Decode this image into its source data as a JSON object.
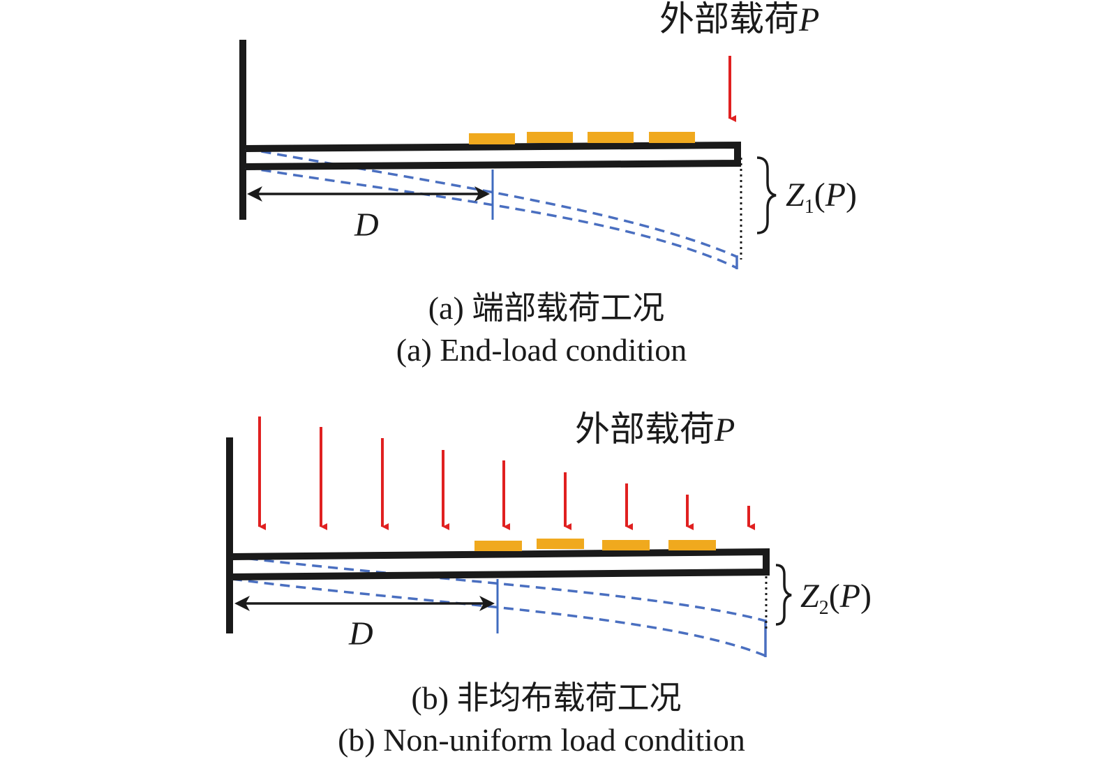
{
  "panel_a": {
    "load_label": "外部载荷",
    "load_symbol": "P",
    "distance_label": "D",
    "deflection_symbol": "Z",
    "deflection_subscript": "1",
    "deflection_arg_open": "(",
    "deflection_arg": "P",
    "deflection_arg_close": ")",
    "caption_cn": "(a) 端部载荷工况",
    "caption_en": "(a) End-load condition"
  },
  "panel_b": {
    "load_label": "外部载荷",
    "load_symbol": "P",
    "distance_label": "D",
    "deflection_symbol": "Z",
    "deflection_subscript": "2",
    "deflection_arg_open": "(",
    "deflection_arg": "P",
    "deflection_arg_close": ")",
    "caption_cn": "(b) 非均布载荷工况",
    "caption_en": "(b) Non-uniform load condition"
  },
  "colors": {
    "beam": "#1a1a1a",
    "load_arrow": "#e02020",
    "deflection_curve": "#4a6fc0",
    "sensor_pad": "#f0a91e"
  }
}
